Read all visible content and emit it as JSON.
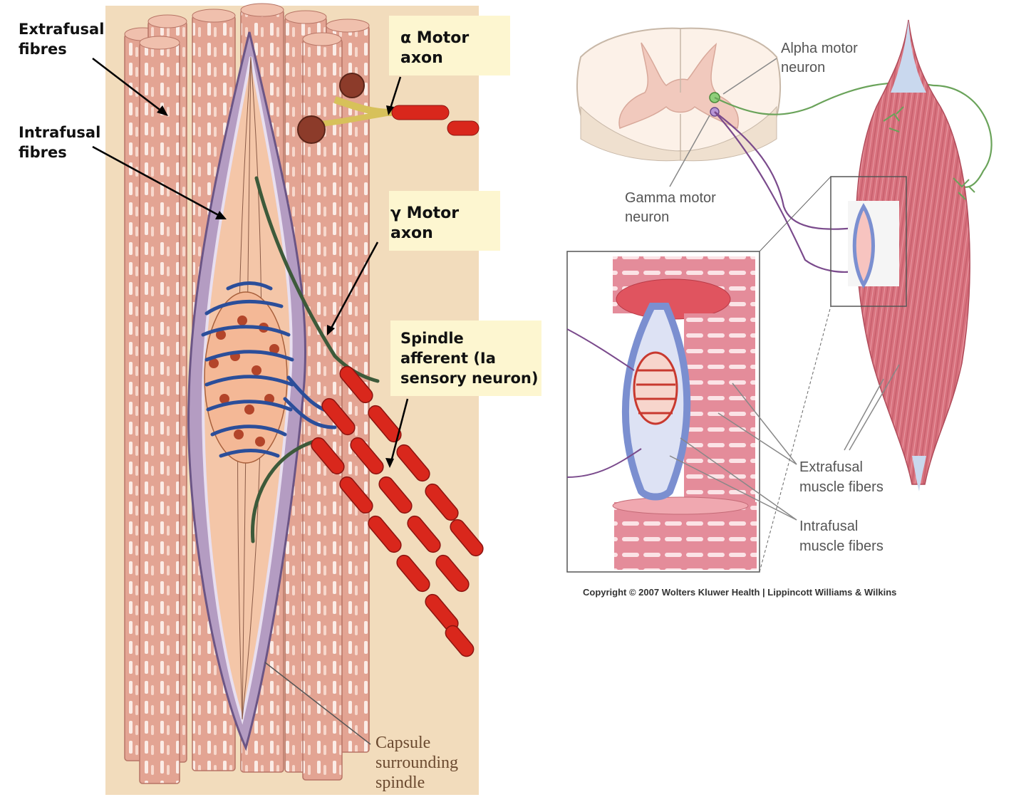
{
  "left_panel": {
    "labels": {
      "extrafusal": [
        "Extrafusal",
        "fibres"
      ],
      "intrafusal": [
        "Intrafusal",
        "fibres"
      ],
      "alpha_axon": [
        "α Motor",
        "axon"
      ],
      "gamma_axon": [
        "γ Motor",
        "axon"
      ],
      "spindle_afferent": [
        "Spindle",
        "afferent (Ia",
        "sensory neuron)"
      ],
      "capsule": [
        "Capsule",
        "surrounding",
        "spindle"
      ]
    },
    "colors": {
      "background": "#f2dcbc",
      "fiber": "#e3a493",
      "fiber_stripe": "#fbece6",
      "capsule": "#b49cc2",
      "spindle_core": "#f4c6a8",
      "nerve_red": "#d9271c",
      "sensory_blue": "#2b4e9a",
      "gamma_green": "#3d5a3a",
      "label_box": "#fdf6d0"
    }
  },
  "right_panel": {
    "labels": {
      "alpha_neuron": [
        "Alpha motor",
        "neuron"
      ],
      "gamma_neuron": [
        "Gamma motor",
        "neuron"
      ],
      "extrafusal": [
        "Extrafusal",
        "muscle fibers"
      ],
      "intrafusal": [
        "Intrafusal",
        "muscle fibers"
      ]
    },
    "copyright": "Copyright © 2007 Wolters Kluwer Health | Lippincott Williams & Wilkins",
    "colors": {
      "muscle": "#d8727e",
      "tendon": "#c9d8ee",
      "cord_gray": "#f1c9bd",
      "cord_white": "#fcf1e8",
      "alpha_nerve": "#6aa35a",
      "gamma_nerve": "#7a4a8c",
      "capsule_blue": "#7b8fd0"
    }
  }
}
